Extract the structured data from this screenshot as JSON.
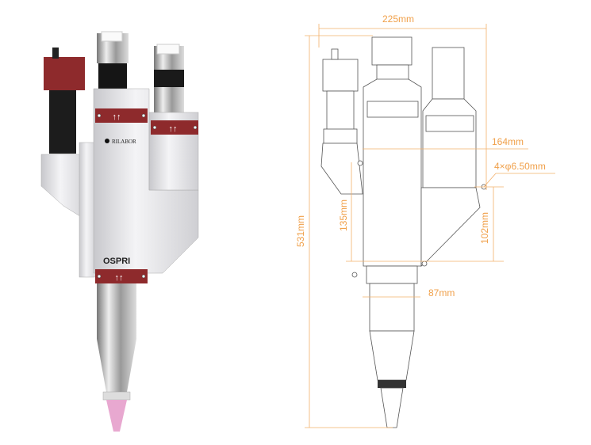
{
  "product_render": {
    "brand_logo": "RILABOR",
    "model_logo": "OSPRI",
    "colors": {
      "accent_red": "#8e2a2c",
      "body_silver": "#e4e4e6",
      "tip_pink": "#e8a8d0"
    }
  },
  "drawing": {
    "dimensions": {
      "width_total": "225mm",
      "height_total": "531mm",
      "width_mount": "164mm",
      "holes": "4×φ6.50mm",
      "height_left": "135mm",
      "height_right": "102mm",
      "width_bottom": "87mm"
    },
    "colors": {
      "dimension": "#f0a04a",
      "outline": "#555555"
    }
  }
}
